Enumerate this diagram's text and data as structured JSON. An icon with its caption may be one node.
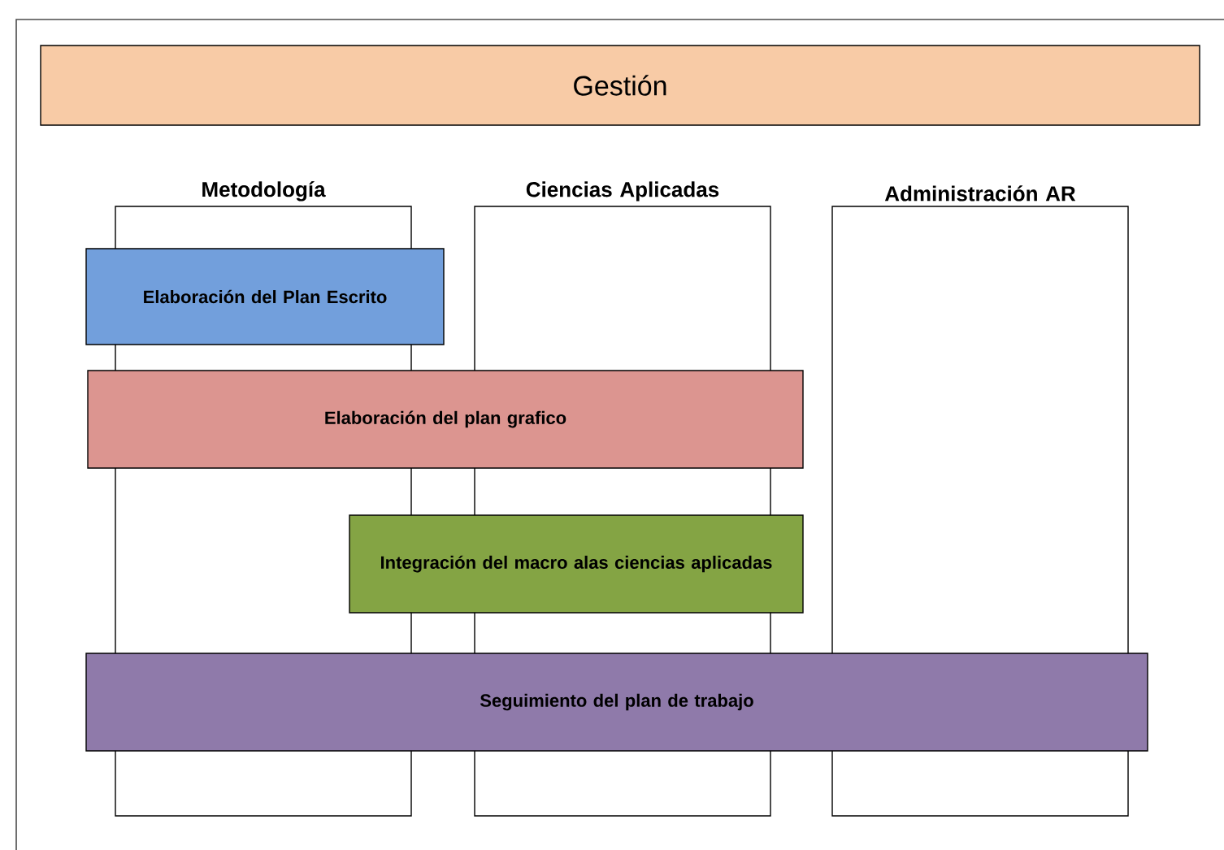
{
  "diagram": {
    "nodes": [
      {
        "text": [
          "Gestión"
        ]
      },
      {
        "text": [
          "Metodología"
        ]
      },
      {
        "text": [
          "Ciencias Aplicadas"
        ]
      },
      {
        "text": [
          "Administración AR"
        ]
      },
      {
        "text": [
          "Elaboración del Plan Escrito"
        ]
      },
      {
        "text": [
          "Elaboración del plan grafico"
        ]
      },
      {
        "text": [
          "Integración del macro alas ciencias aplicadas"
        ]
      },
      {
        "text": [
          "Seguimiento del plan de trabajo"
        ]
      }
    ]
  }
}
